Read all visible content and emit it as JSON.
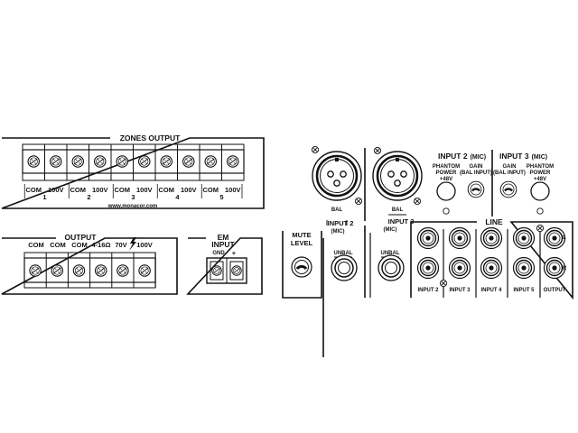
{
  "zones": {
    "title": "ZONES OUTPUT",
    "pairs": [
      {
        "com": "COM",
        "volt": "100V",
        "num": "1"
      },
      {
        "com": "COM",
        "volt": "100V",
        "num": "2"
      },
      {
        "com": "COM",
        "volt": "100V",
        "num": "3"
      },
      {
        "com": "COM",
        "volt": "100V",
        "num": "4"
      },
      {
        "com": "COM",
        "volt": "100V",
        "num": "5"
      }
    ],
    "website": "www.monacor.com"
  },
  "output": {
    "title": "OUTPUT",
    "labels": [
      "COM",
      "COM",
      "COM",
      "4-16Ω",
      "70V",
      "100V"
    ]
  },
  "em_input": {
    "title_1": "EM",
    "title_2": "INPUT",
    "gnd": "GND",
    "plus": "+"
  },
  "mute": {
    "title_1": "MUTE",
    "title_2": "LEVEL"
  },
  "input2_xlr": {
    "bal": "BAL",
    "name": "INPUT 2",
    "sub": "(MIC)",
    "unbal": "UNBAL"
  },
  "input3_xlr": {
    "bal": "BAL",
    "name": "INPUT 3",
    "sub": "(MIC)",
    "unbal": "UNBAL"
  },
  "input2_controls": {
    "name": "INPUT 2",
    "sub": "(MIC)",
    "phantom_1": "PHANTOM",
    "phantom_2": "POWER",
    "phantom_3": "+48V",
    "gain_1": "GAIN",
    "gain_2": "(BAL INPUT)"
  },
  "input3_controls": {
    "name": "INPUT 3",
    "sub": "(MIC)",
    "gain_1": "GAIN",
    "gain_2": "(BAL INPUT)",
    "phantom_1": "PHANTOM",
    "phantom_2": "POWER",
    "phantom_3": "+48V"
  },
  "line": {
    "title": "LINE",
    "l": "L",
    "r": "R",
    "inputs": [
      "INPUT 2",
      "INPUT 3",
      "INPUT 4",
      "INPUT 5",
      "OUTPUT"
    ]
  }
}
